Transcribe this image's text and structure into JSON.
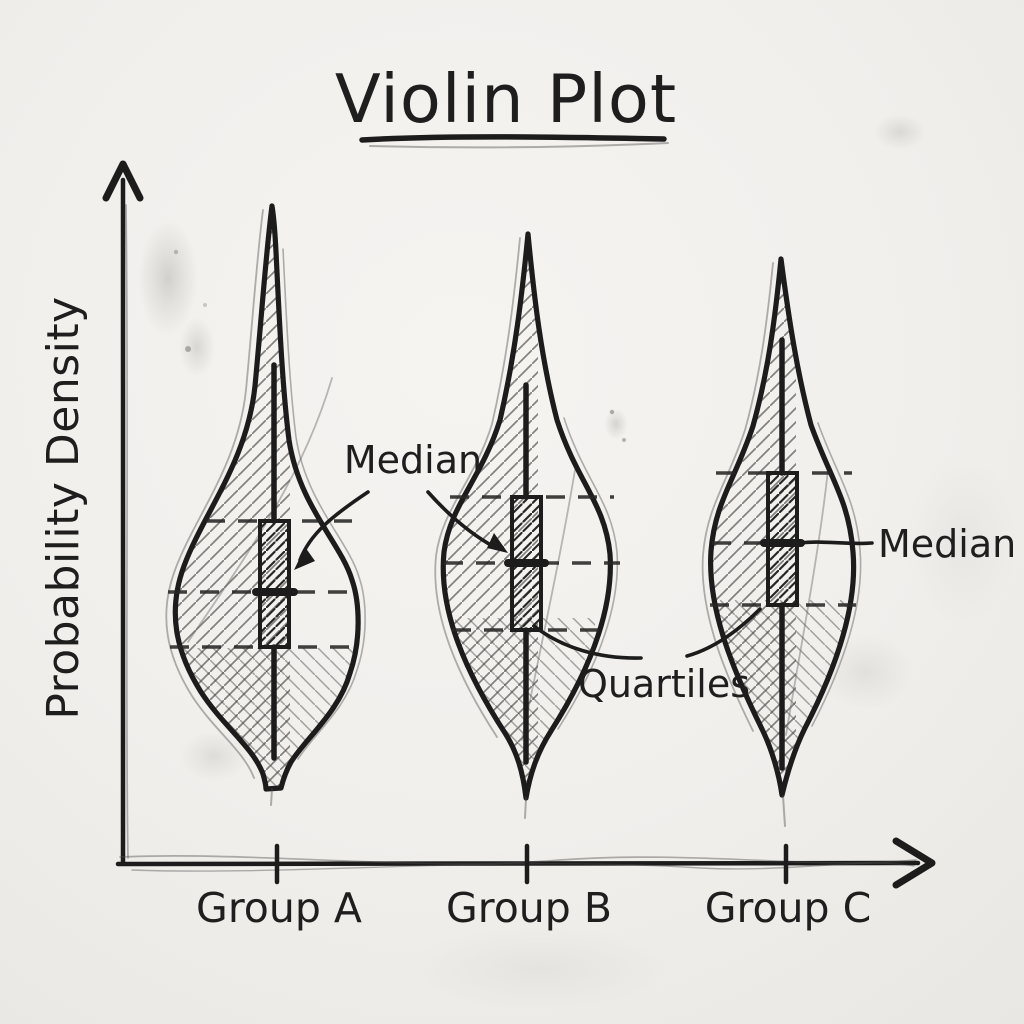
{
  "title": "Violin Plot",
  "axes": {
    "y_label": "Probability Density",
    "x_categories": [
      "Group A",
      "Group B",
      "Group C"
    ],
    "numeric_ticks_shown": false
  },
  "annotations": {
    "median_ab": {
      "label": "Median",
      "points_to": [
        "Group A median",
        "Group B median"
      ]
    },
    "median_c": {
      "label": "Median",
      "points_to": [
        "Group C median"
      ]
    },
    "quartiles": {
      "label": "Quartiles",
      "points_to": [
        "Group B quartile box",
        "Group C quartile box"
      ]
    }
  },
  "style": {
    "ink_color": "#1c1c1c",
    "paper_color": "#f1efec",
    "rendering": "hand-drawn pencil sketch with hatched fills and dashed quartile guides"
  },
  "chart_data": {
    "type": "violin",
    "title": "Violin Plot",
    "xlabel": "",
    "ylabel": "Probability Density",
    "categories": [
      "Group A",
      "Group B",
      "Group C"
    ],
    "grid": false,
    "legend": null,
    "value_scale_note": "axis has no numeric labels; values estimated on relative 0-10 scale of plot height",
    "series": [
      {
        "name": "Group A",
        "distribution_top": 9.4,
        "distribution_bottom": 1.1,
        "whisker_high": 7.1,
        "q3": 4.9,
        "median": 3.9,
        "q1": 3.1,
        "whisker_low": 1.5,
        "widest_at": 3.8,
        "shape": "long narrow upper spike, heavy lower bulge"
      },
      {
        "name": "Group B",
        "distribution_top": 9.0,
        "distribution_bottom": 1.0,
        "whisker_high": 6.9,
        "q3": 5.2,
        "median": 4.3,
        "q1": 3.3,
        "whisker_low": 1.4,
        "widest_at": 4.4,
        "shape": "symmetric spindle, widest near middle"
      },
      {
        "name": "Group C",
        "distribution_top": 8.7,
        "distribution_bottom": 0.9,
        "whisker_high": 7.4,
        "q3": 5.6,
        "median": 4.6,
        "q1": 3.7,
        "whisker_low": 1.2,
        "widest_at": 4.4,
        "shape": "narrow symmetric spindle"
      }
    ],
    "box_elements": [
      "hatched quartile box",
      "thick median line",
      "vertical whiskers",
      "dashed horizontal guides at q1, median, q3"
    ]
  }
}
